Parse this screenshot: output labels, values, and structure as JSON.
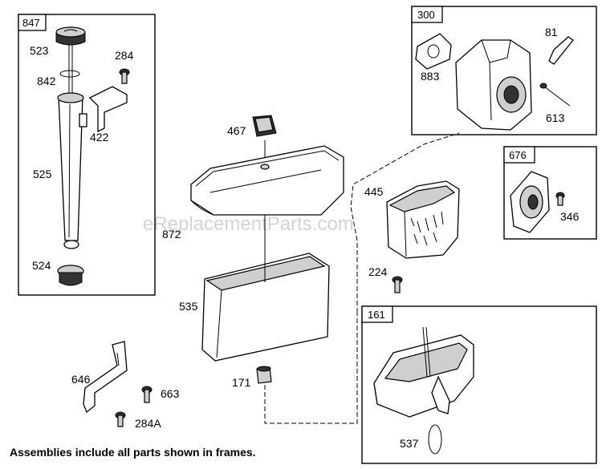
{
  "watermark": "eReplacementParts.com",
  "caption": "Assemblies include all parts shown in frames.",
  "frames": {
    "dipstick": "847",
    "muffler": "300",
    "guard": "676",
    "base": "161"
  },
  "parts": {
    "p523": "523",
    "p284": "284",
    "p842": "842",
    "p422": "422",
    "p525": "525",
    "p524": "524",
    "p467": "467",
    "p872": "872",
    "p535": "535",
    "p171": "171",
    "p646": "646",
    "p663": "663",
    "p284a": "284A",
    "p883": "883",
    "p81": "81",
    "p613": "613",
    "p346": "346",
    "p445": "445",
    "p224": "224",
    "p537": "537"
  }
}
